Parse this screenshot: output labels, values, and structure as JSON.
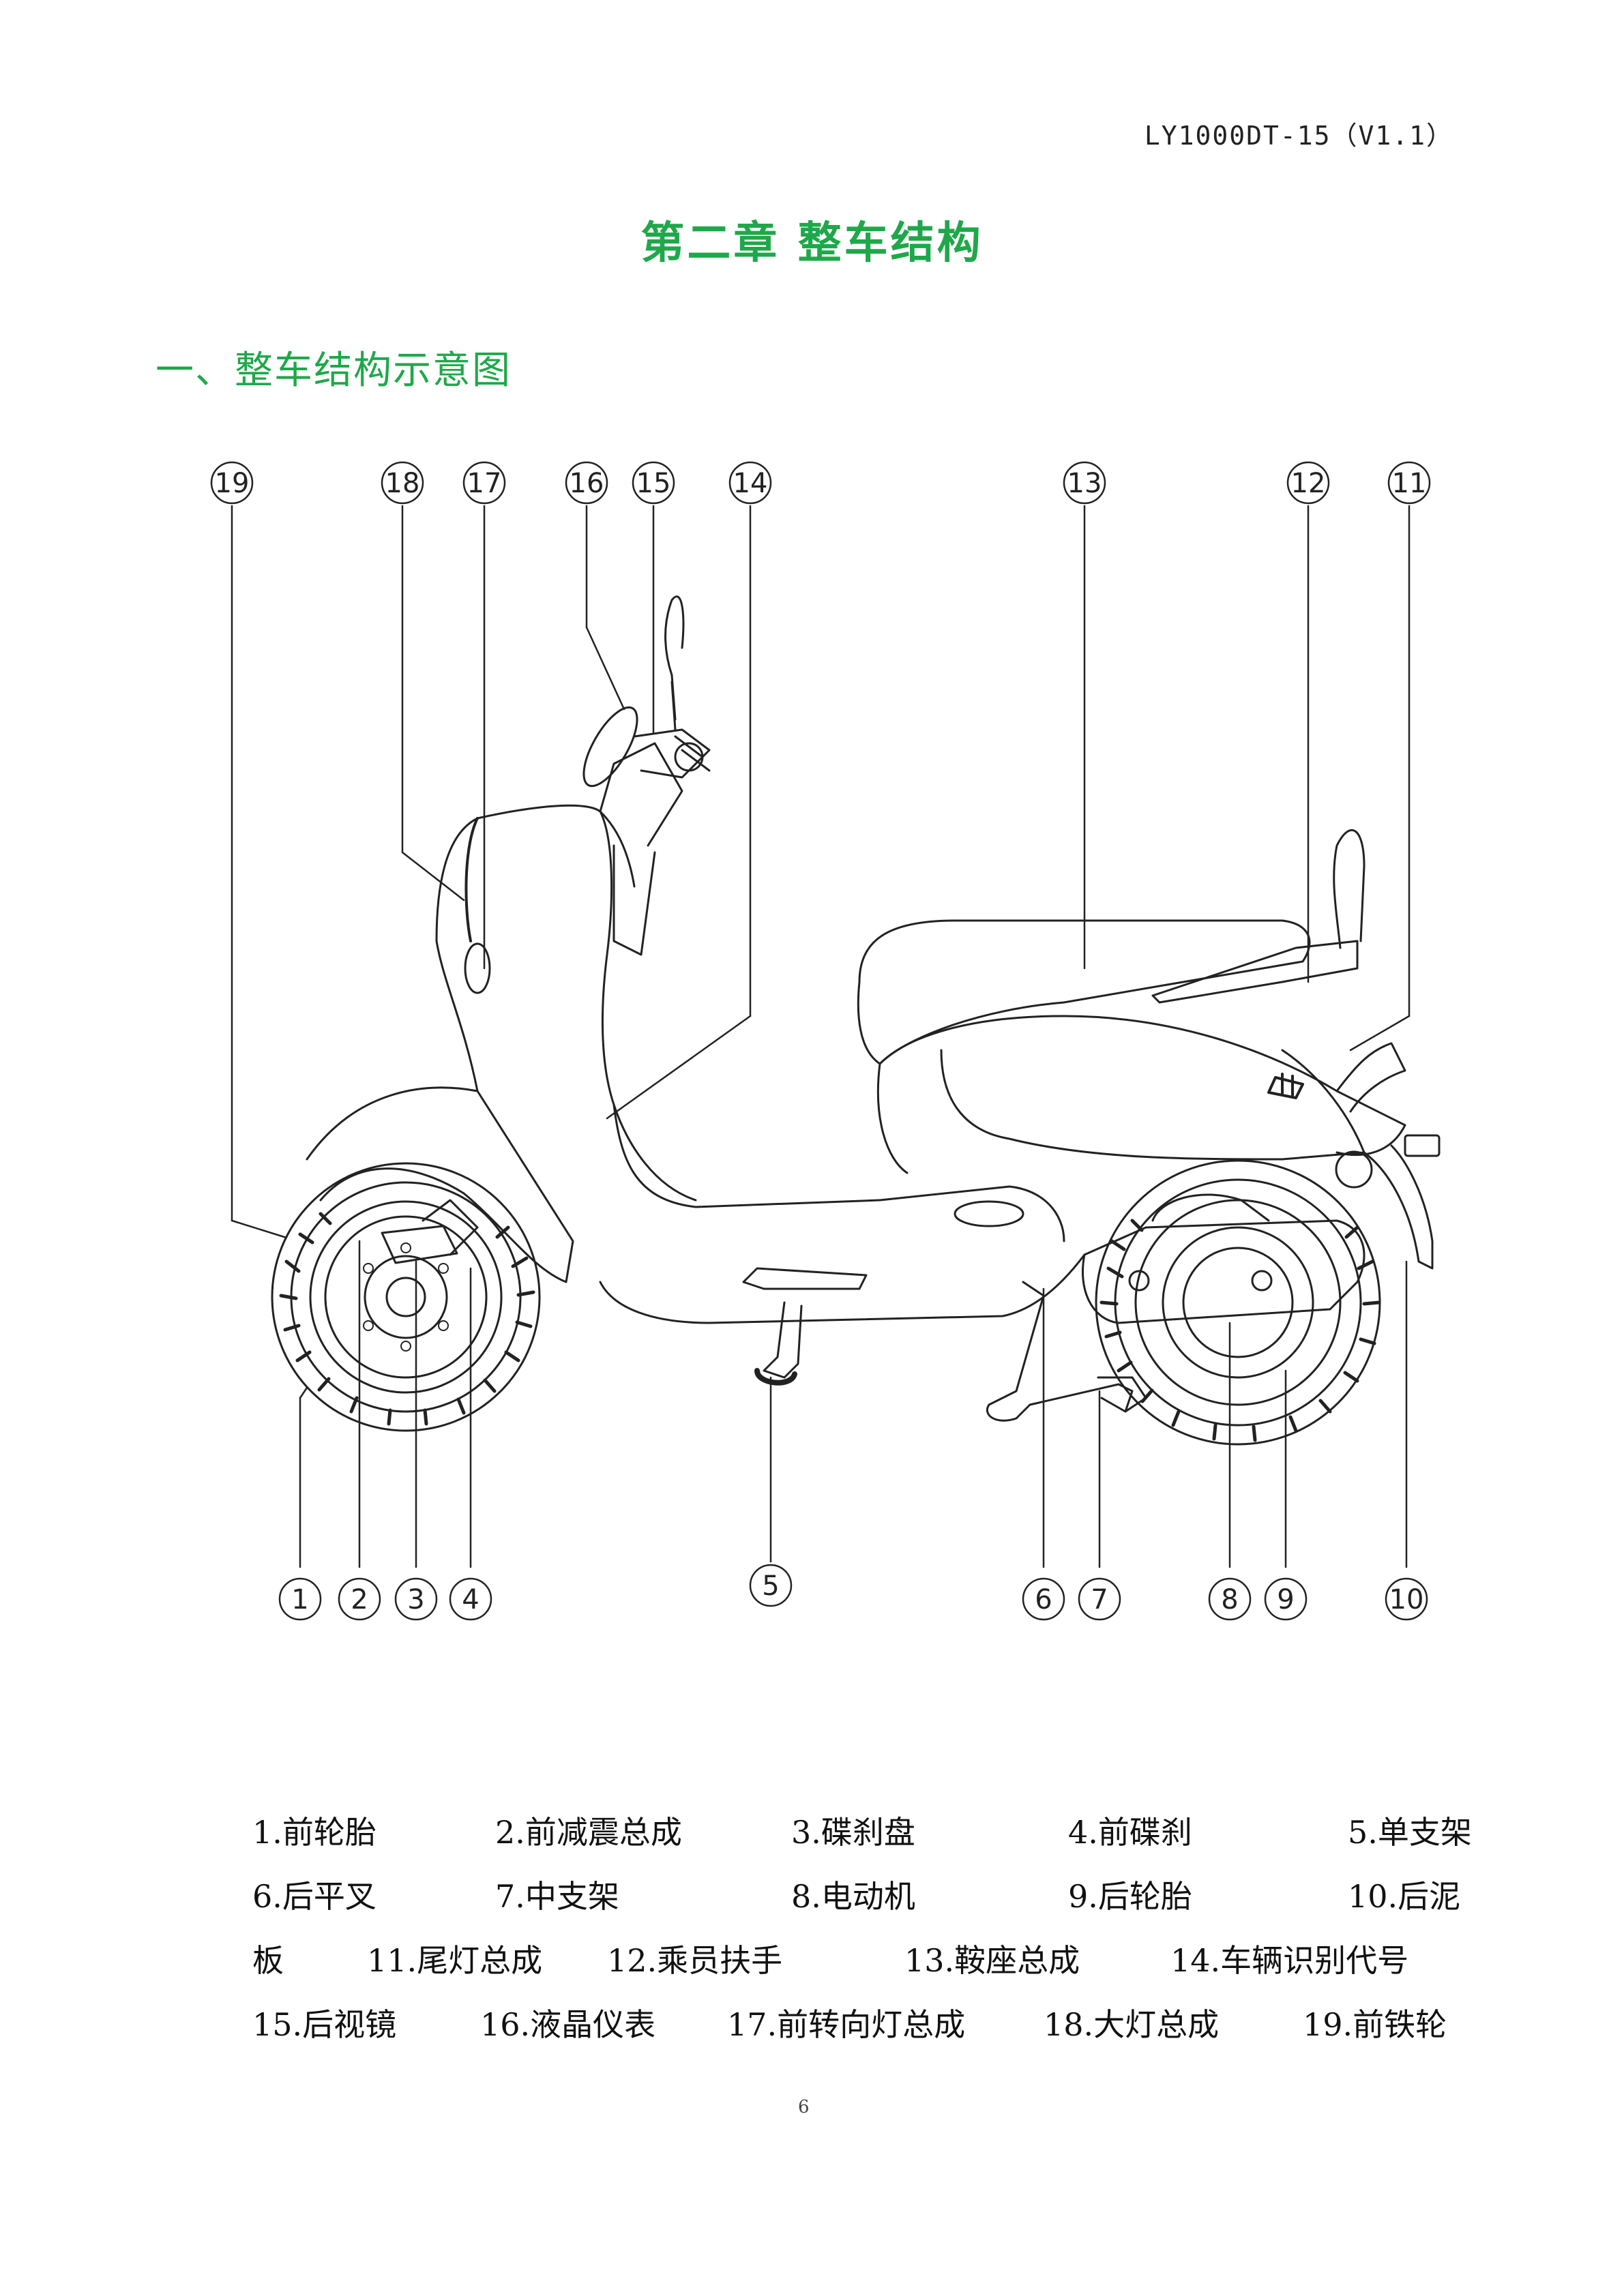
{
  "header": {
    "doc_code": "LY1000DT-15（V1.1）"
  },
  "chapter_title": "第二章  整车结构",
  "section_title": "一、整车结构示意图",
  "callouts": [
    "1",
    "2",
    "3",
    "4",
    "5",
    "6",
    "7",
    "8",
    "9",
    "10",
    "11",
    "12",
    "13",
    "14",
    "15",
    "16",
    "17",
    "18",
    "19"
  ],
  "legend": [
    "1.前轮胎",
    "2.前减震总成",
    "3.碟刹盘",
    "4.前碟刹",
    "5.单支架",
    "6.后平叉",
    "7.中支架",
    "8.电动机",
    "9.后轮胎",
    "10.后泥",
    "板",
    "11.尾灯总成",
    "12.乘员扶手",
    "13.鞍座总成",
    "14.车辆识别代号",
    "15.后视镜",
    "16.液晶仪表",
    "17.前转向灯总成",
    "18.大灯总成",
    "19.前铁轮"
  ],
  "page_mark": "6"
}
